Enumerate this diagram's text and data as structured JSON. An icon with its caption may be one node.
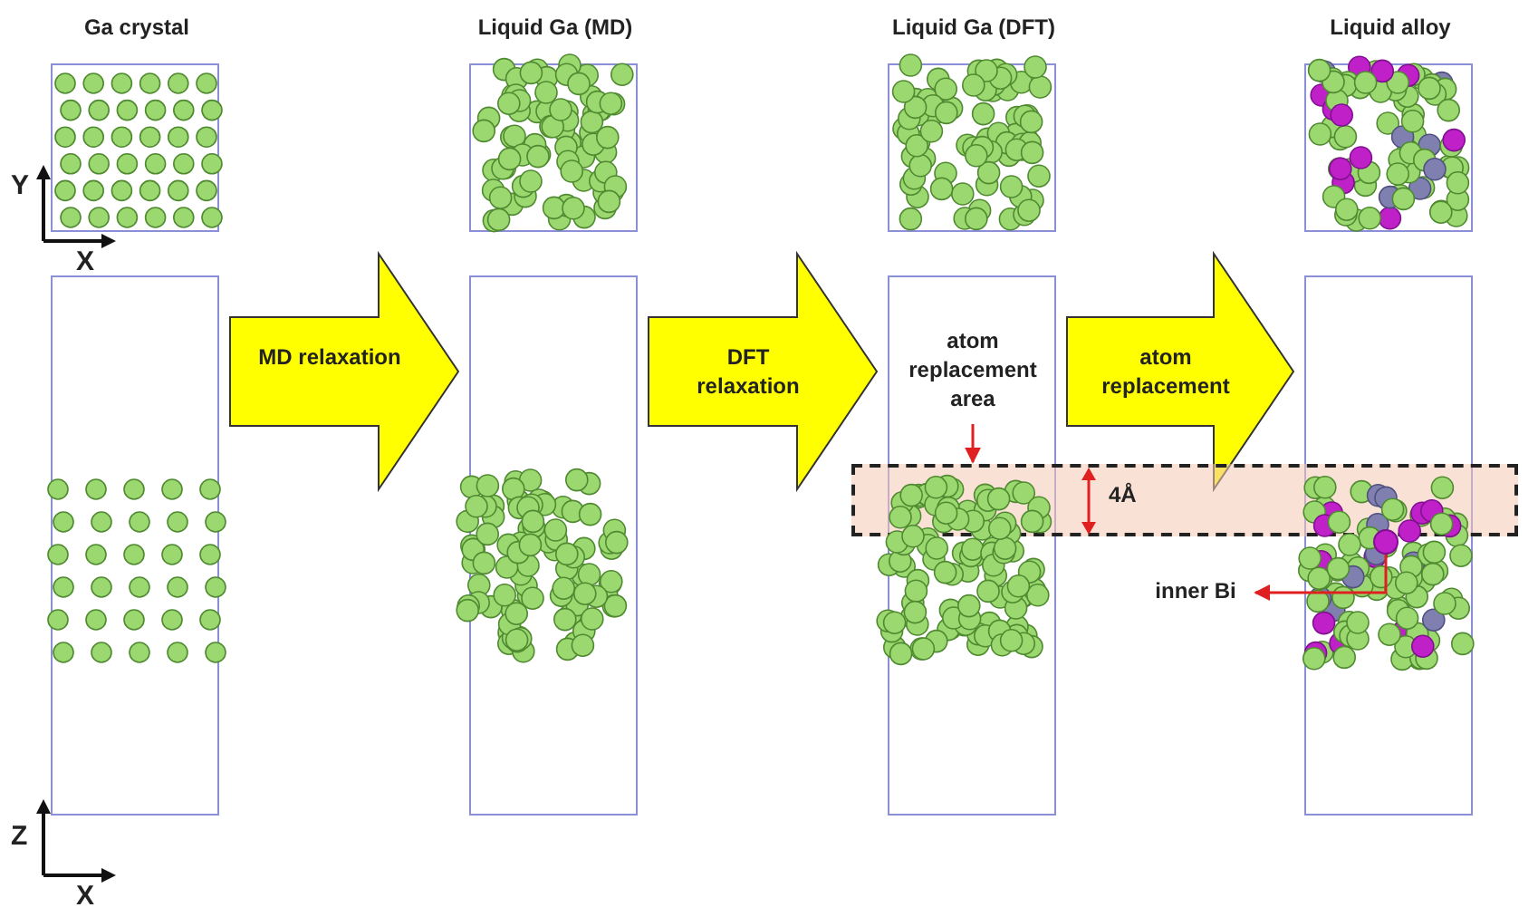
{
  "diagram": {
    "nodes": [
      {
        "text": [
          "Ga crystal"
        ]
      },
      {
        "text": [],
        "shape": "box"
      },
      {
        "text": [
          "Liquid Ga (MD)"
        ]
      },
      {
        "text": [],
        "shape": "box"
      },
      {
        "text": [
          "Liquid Ga (DFT)"
        ]
      },
      {
        "text": [],
        "shape": "box"
      },
      {
        "text": [
          "Liquid alloy"
        ]
      },
      {
        "text": [],
        "shape": "box"
      },
      {
        "text": [],
        "shape": "box"
      },
      {
        "text": [
          "atom replacement area"
        ],
        "in": 5
      },
      {
        "text": [
          "inner Bi"
        ]
      },
      {
        "text": [],
        "shape": "circle",
        "in": 7
      }
    ],
    "edges": [
      {
        "from": 1,
        "to": 3,
        "arrow": "to",
        "label": "MD relaxation",
        "style": "thick",
        "color": "#ffff00"
      },
      {
        "from": 3,
        "to": 5,
        "arrow": "to",
        "label": "DFT relaxation",
        "style": "thick",
        "color": "#ffff00"
      },
      {
        "from": 5,
        "to": 7,
        "arrow": "to",
        "label": "atom replacement",
        "style": "thick",
        "color": "#ffff00"
      },
      {
        "from": 9,
        "to": 8,
        "arrow": "to",
        "color": "#e02020"
      },
      {
        "from": 11,
        "to": 10,
        "arrow": "to",
        "color": "#e02020"
      }
    ],
    "labels": [
      "Y",
      "X",
      "4Å",
      "Z",
      "X"
    ]
  }
}
